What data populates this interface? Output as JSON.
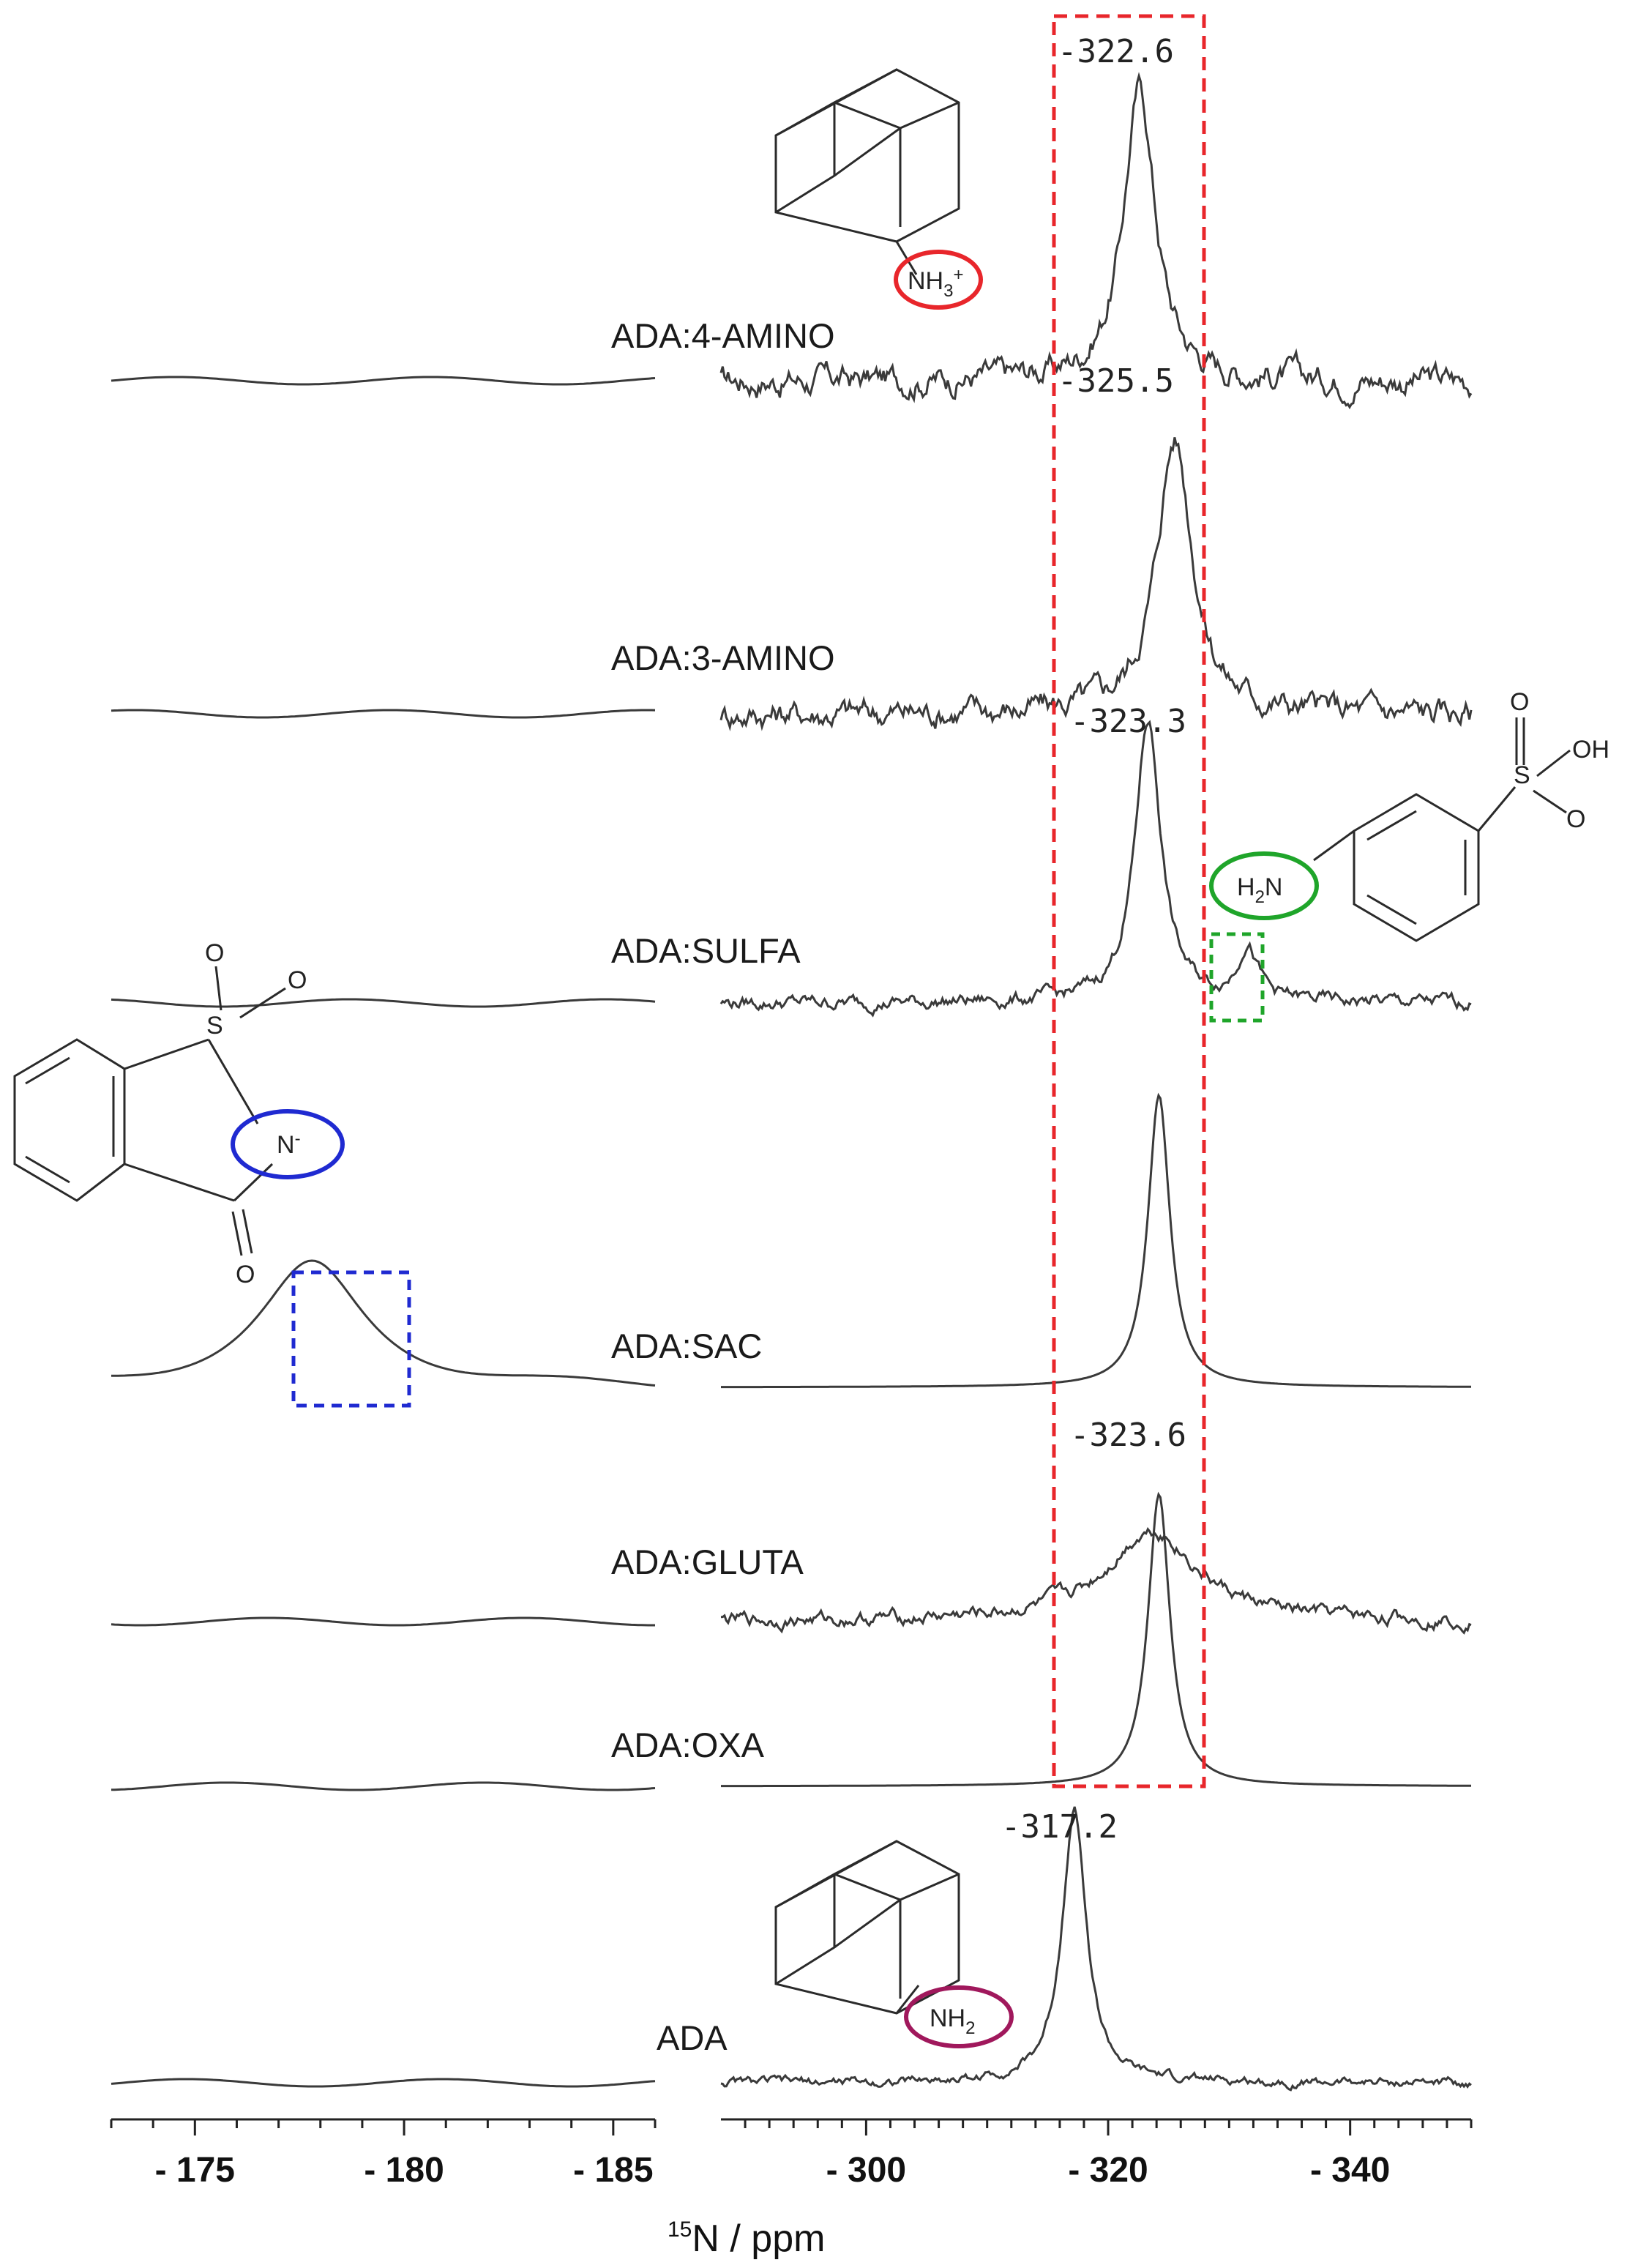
{
  "chart_data": {
    "type": "line",
    "x_unit": "ppm",
    "axis": {
      "title_sup": "15",
      "title_main": "N / ppm",
      "left_panel": {
        "range": [
          -173,
          -186
        ],
        "ticks": [
          -175,
          -180,
          -185
        ]
      },
      "right_panel": {
        "range": [
          -288,
          -350
        ],
        "ticks": [
          -300,
          -320,
          -340
        ]
      },
      "left_tick_labels": [
        "- 175",
        "- 180",
        "- 185"
      ],
      "right_tick_labels": [
        "- 300",
        "- 320",
        "- 340"
      ]
    },
    "series": [
      {
        "name": "ADA:4-AMINO",
        "peaks": [
          {
            "x": -322.6,
            "height": 0.95,
            "width": 1.6
          }
        ],
        "peak_label": "-322.6",
        "noise": 0.06
      },
      {
        "name": "ADA:3-AMINO",
        "peaks": [
          {
            "x": -325.5,
            "height": 0.9,
            "width": 1.8
          }
        ],
        "peak_label": "-325.5",
        "noise": 0.06
      },
      {
        "name": "ADA:SULFA",
        "peaks": [
          {
            "x": -323.3,
            "height": 0.92,
            "width": 1.3
          },
          {
            "x": -331.5,
            "height": 0.18,
            "width": 1.0
          }
        ],
        "peak_label": "-323.3",
        "noise": 0.03
      },
      {
        "name": "ADA:SAC",
        "peaks": [
          {
            "x": -324.2,
            "height": 0.95,
            "width": 1.1
          }
        ],
        "left_peaks": [
          {
            "x": -177.8,
            "height": 0.4,
            "width": 1.5
          }
        ],
        "noise": 0.0
      },
      {
        "name": "ADA:GLUTA",
        "peaks": [
          {
            "x": -323.6,
            "height": 0.3,
            "width": 4.5
          }
        ],
        "peak_label": "-323.6",
        "noise": 0.03
      },
      {
        "name": "ADA:OXA",
        "peaks": [
          {
            "x": -324.2,
            "height": 0.95,
            "width": 1.1
          }
        ],
        "noise": 0.0
      },
      {
        "name": "ADA",
        "peaks": [
          {
            "x": -317.2,
            "height": 0.9,
            "width": 1.2
          }
        ],
        "peak_label": "-317.2",
        "noise": 0.02
      }
    ],
    "highlight_region": {
      "x_range": [
        -317.2,
        -328.9
      ],
      "color": "#e8262b"
    },
    "grid": false,
    "legend": "none"
  },
  "structures": {
    "nh3_label": "NH",
    "nh3_sub": "3",
    "nh3_sup": "+",
    "nh2_label": "NH",
    "nh2_sub": "2",
    "h2n_label": "H",
    "h2n_sub": "2",
    "h2n_n": "N",
    "sac_n_label": "N",
    "sac_n_sup": "-",
    "o_label": "O",
    "oh_label": "OH",
    "s_label": "S"
  },
  "colors": {
    "red": "#e8262b",
    "green": "#1fa52a",
    "blue": "#1f2ad1",
    "magenta": "#a0185c",
    "trace": "#3a3a3a"
  }
}
